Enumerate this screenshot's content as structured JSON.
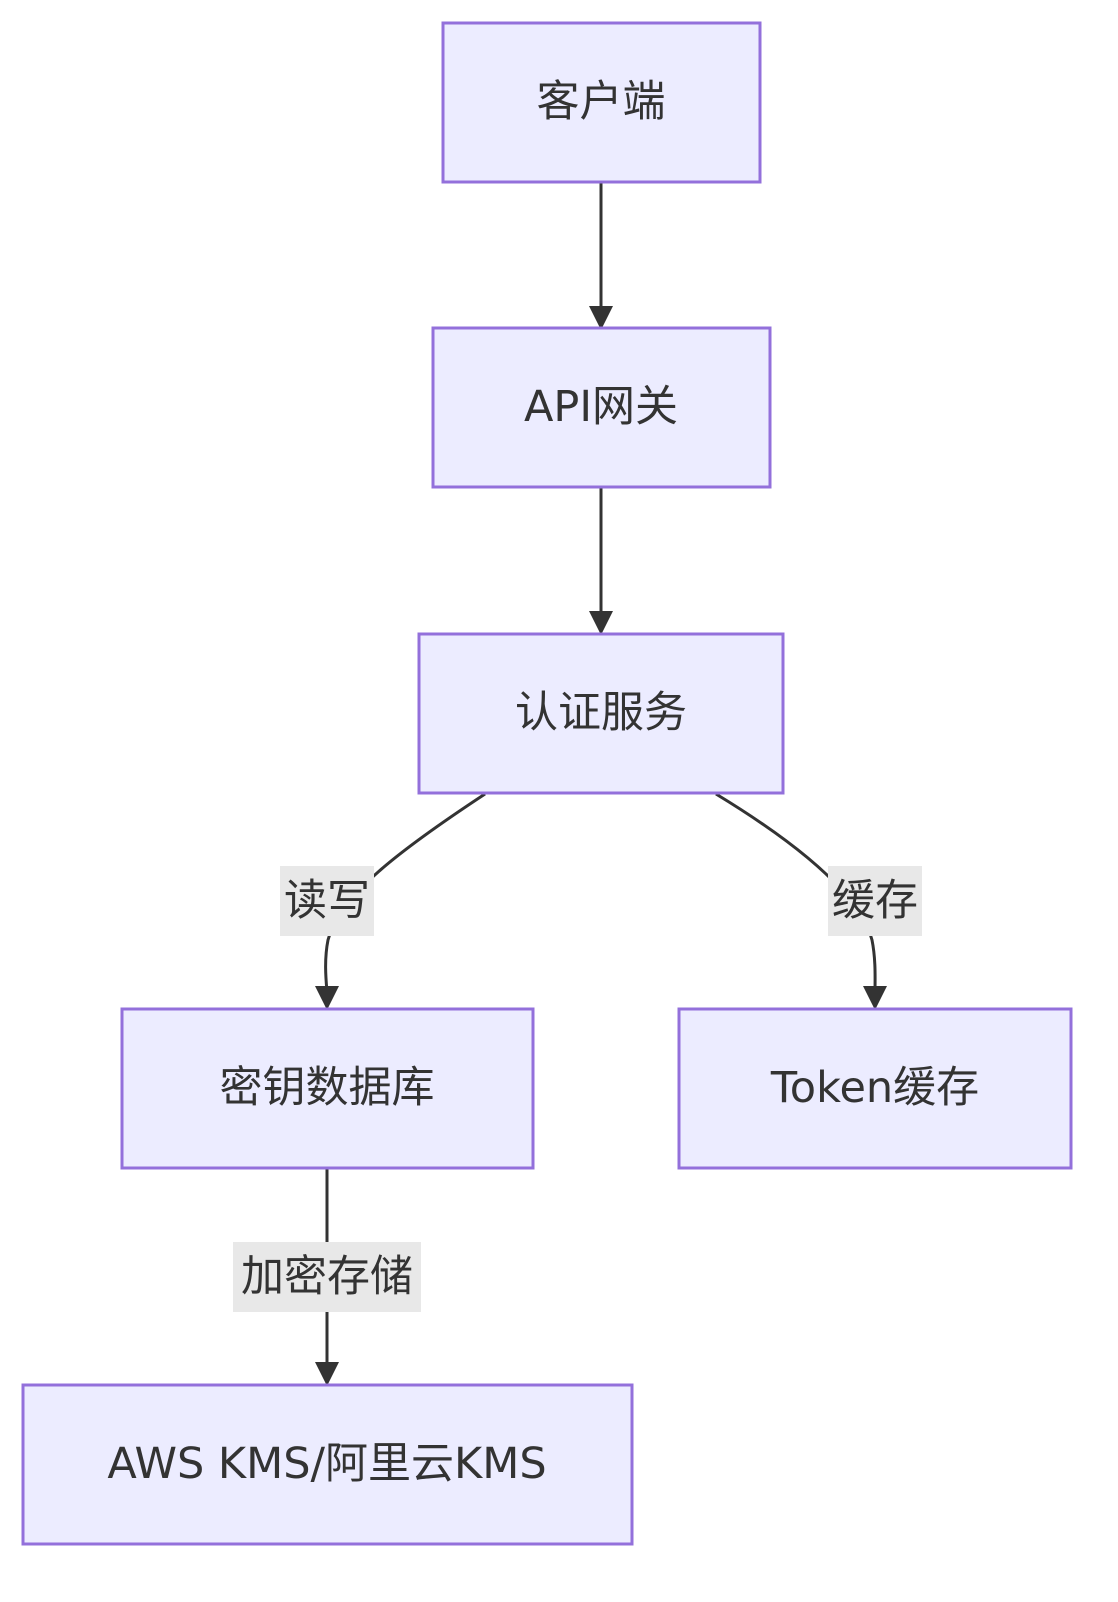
{
  "diagram": {
    "type": "flowchart",
    "direction": "top-down",
    "colors": {
      "node_fill": "#ECECFF",
      "node_stroke": "#9370DB",
      "edge": "#333333",
      "label_bg": "#E8E8E8",
      "text": "#333333"
    },
    "nodes": {
      "client": "客户端",
      "gateway": "API网关",
      "auth": "认证服务",
      "keydb": "密钥数据库",
      "token_cache": "Token缓存",
      "kms": "AWS KMS/阿里云KMS"
    },
    "edges": [
      {
        "from": "client",
        "to": "gateway",
        "label": ""
      },
      {
        "from": "gateway",
        "to": "auth",
        "label": ""
      },
      {
        "from": "auth",
        "to": "keydb",
        "label": "读写"
      },
      {
        "from": "auth",
        "to": "token_cache",
        "label": "缓存"
      },
      {
        "from": "keydb",
        "to": "kms",
        "label": "加密存储"
      }
    ]
  }
}
